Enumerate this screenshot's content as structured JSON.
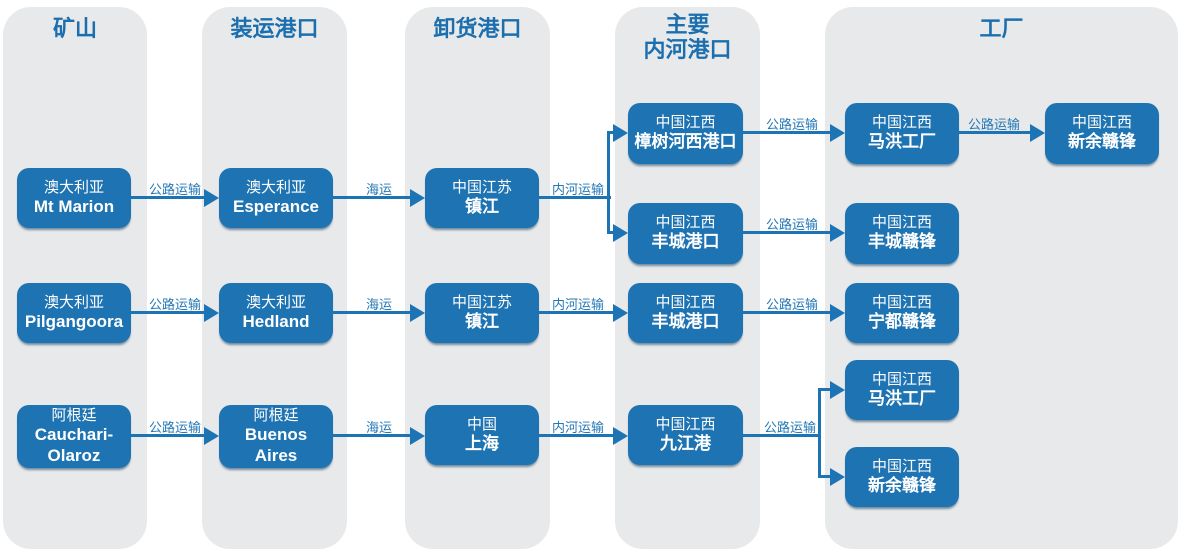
{
  "colors": {
    "node_blue": "#1E73B2",
    "band_gray": "#E8E9EA",
    "title_blue": "#1C6FAF",
    "line_blue": "#1D74B4",
    "label_blue": "#2478B6",
    "node_text": "#FFFFFF",
    "background": "#FFFFFF"
  },
  "columns": [
    {
      "title": "矿山"
    },
    {
      "title": "装运港口"
    },
    {
      "title": "卸货港口"
    },
    {
      "title": "主要\n内河港口"
    },
    {
      "title": "工厂"
    }
  ],
  "nodes": [
    {
      "id": "mt-marion",
      "region": "澳大利亚",
      "name": "Mt Marion"
    },
    {
      "id": "pilgangoora",
      "region": "澳大利亚",
      "name": "Pilgangoora"
    },
    {
      "id": "cauchari",
      "region": "阿根廷",
      "name": "Cauchari-\nOlaroz"
    },
    {
      "id": "esperance",
      "region": "澳大利亚",
      "name": "Esperance"
    },
    {
      "id": "hedland",
      "region": "澳大利亚",
      "name": "Hedland"
    },
    {
      "id": "buenos-aires",
      "region": "阿根廷",
      "name": "Buenos\nAires"
    },
    {
      "id": "zhenjiang-1",
      "region": "中国江苏",
      "name": "镇江"
    },
    {
      "id": "zhenjiang-2",
      "region": "中国江苏",
      "name": "镇江"
    },
    {
      "id": "shanghai",
      "region": "中国",
      "name": "上海"
    },
    {
      "id": "zhangshu",
      "region": "中国江西",
      "name": "樟树河西港口"
    },
    {
      "id": "fengcheng-port-1",
      "region": "中国江西",
      "name": "丰城港口"
    },
    {
      "id": "fengcheng-port-2",
      "region": "中国江西",
      "name": "丰城港口"
    },
    {
      "id": "jiujiang",
      "region": "中国江西",
      "name": "九江港"
    },
    {
      "id": "mahong-1",
      "region": "中国江西",
      "name": "马洪工厂"
    },
    {
      "id": "fengcheng-ganfeng",
      "region": "中国江西",
      "name": "丰城赣锋"
    },
    {
      "id": "ningdu-ganfeng",
      "region": "中国江西",
      "name": "宁都赣锋"
    },
    {
      "id": "mahong-2",
      "region": "中国江西",
      "name": "马洪工厂"
    },
    {
      "id": "xinyu-ganfeng-2",
      "region": "中国江西",
      "name": "新余赣锋"
    },
    {
      "id": "xinyu-ganfeng-1",
      "region": "中国江西",
      "name": "新余赣锋"
    }
  ],
  "edges": [
    {
      "from": "mt-marion",
      "to": "esperance",
      "label": "公路运输"
    },
    {
      "from": "esperance",
      "to": "zhenjiang-1",
      "label": "海运"
    },
    {
      "from": "zhenjiang-1",
      "to": [
        "zhangshu",
        "fengcheng-port-1"
      ],
      "label": "内河运输"
    },
    {
      "from": "zhangshu",
      "to": "mahong-1",
      "label": "公路运输"
    },
    {
      "from": "mahong-1",
      "to": "xinyu-ganfeng-1",
      "label": "公路运输"
    },
    {
      "from": "fengcheng-port-1",
      "to": "fengcheng-ganfeng",
      "label": "公路运输"
    },
    {
      "from": "pilgangoora",
      "to": "hedland",
      "label": "公路运输"
    },
    {
      "from": "hedland",
      "to": "zhenjiang-2",
      "label": "海运"
    },
    {
      "from": "zhenjiang-2",
      "to": "fengcheng-port-2",
      "label": "内河运输"
    },
    {
      "from": "fengcheng-port-2",
      "to": "ningdu-ganfeng",
      "label": "公路运输"
    },
    {
      "from": "cauchari",
      "to": "buenos-aires",
      "label": "公路运输"
    },
    {
      "from": "buenos-aires",
      "to": "shanghai",
      "label": "海运"
    },
    {
      "from": "shanghai",
      "to": "jiujiang",
      "label": "内河运输"
    },
    {
      "from": "jiujiang",
      "to": [
        "mahong-2",
        "xinyu-ganfeng-2"
      ],
      "label": "公路运输"
    }
  ]
}
